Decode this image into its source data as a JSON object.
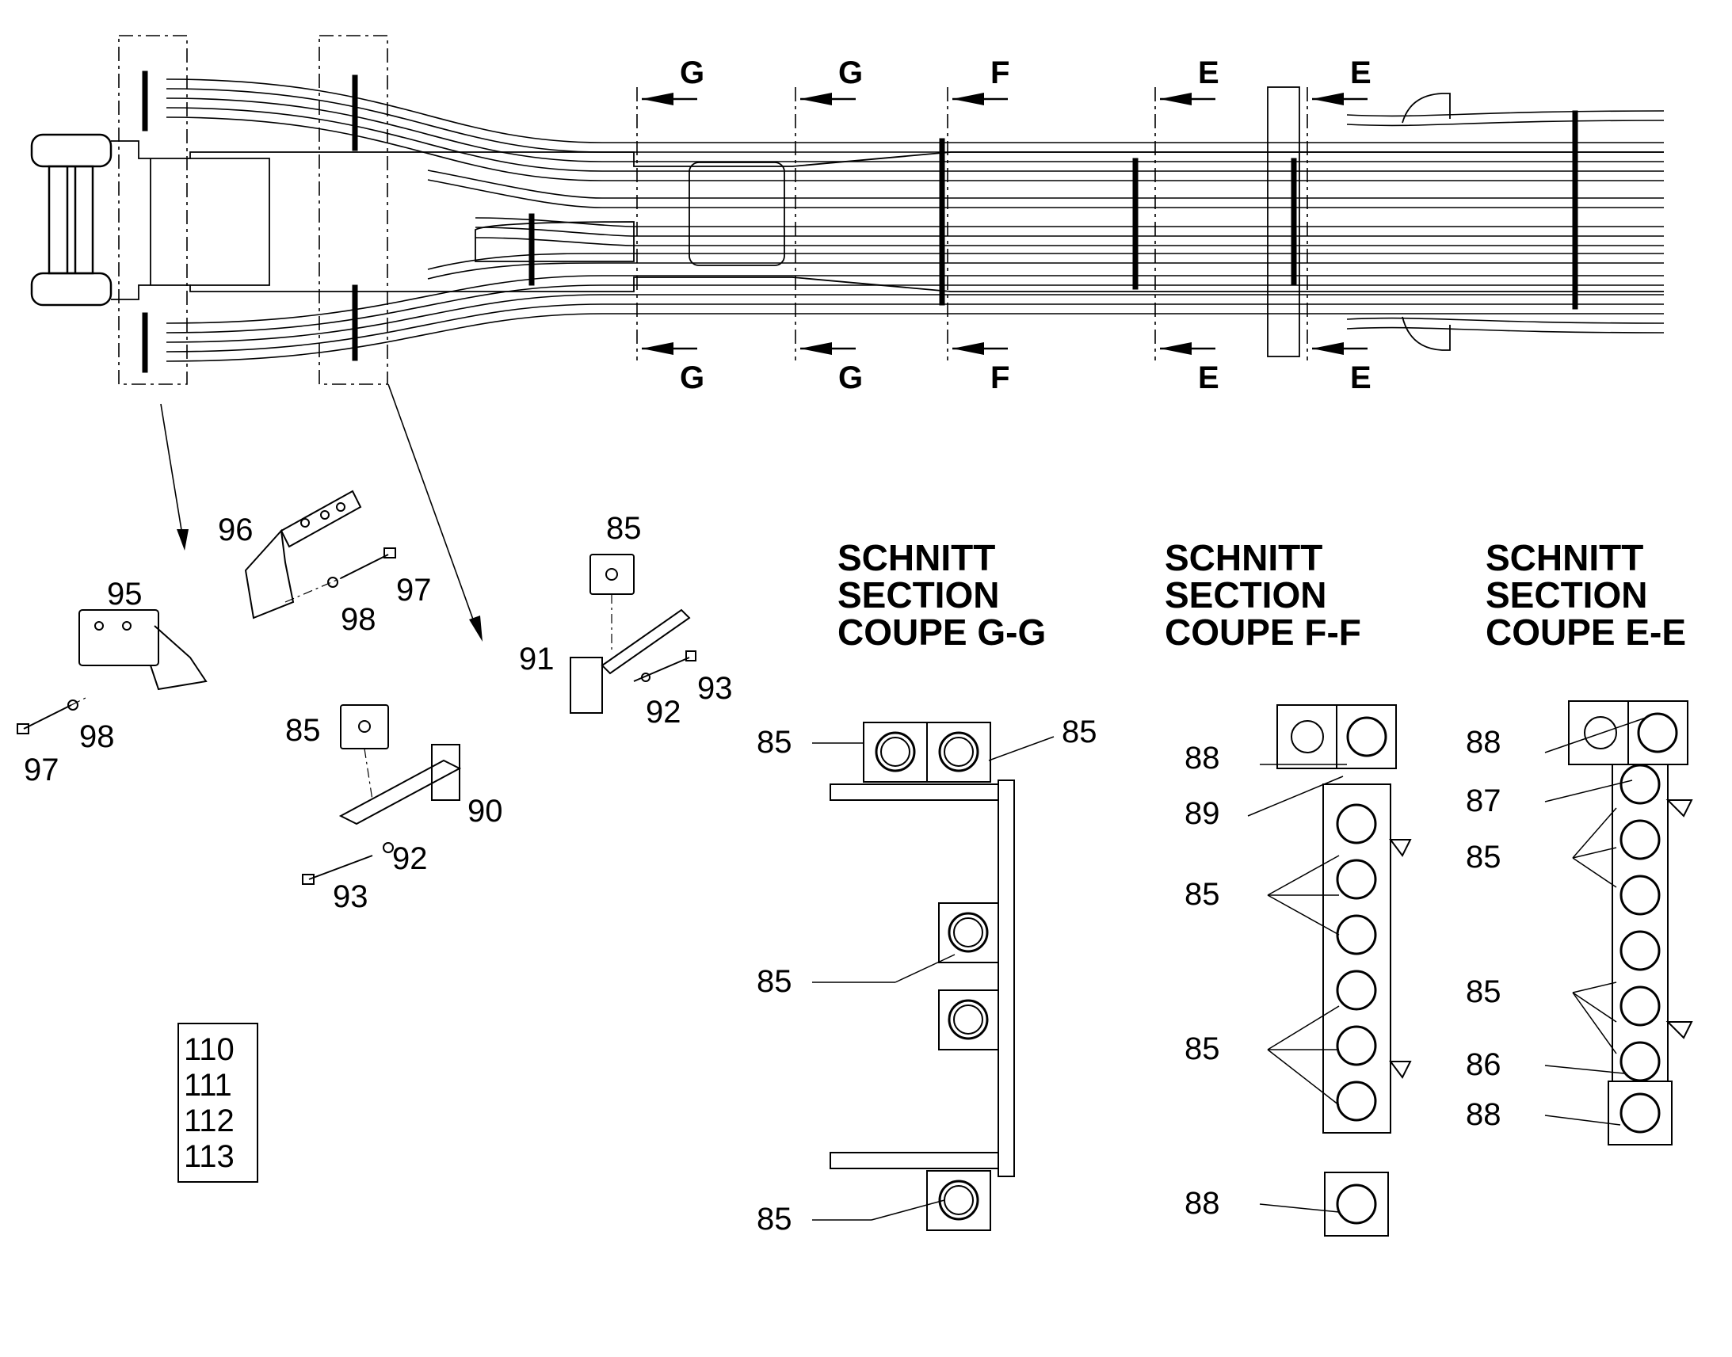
{
  "section_markers": {
    "g": "G",
    "f": "F",
    "e": "E"
  },
  "sections": {
    "gg": {
      "l1": "SCHNITT",
      "l2": "SECTION",
      "l3": "COUPE   G-G"
    },
    "ff": {
      "l1": "SCHNITT",
      "l2": "SECTION",
      "l3": "COUPE   F-F"
    },
    "ee": {
      "l1": "SCHNITT",
      "l2": "SECTION",
      "l3": "COUPE   E-E"
    }
  },
  "callouts": {
    "c85": "85",
    "c86": "86",
    "c87": "87",
    "c88": "88",
    "c89": "89",
    "c90": "90",
    "c91": "91",
    "c92": "92",
    "c93": "93",
    "c95": "95",
    "c96": "96",
    "c97": "97",
    "c98": "98"
  },
  "reference_box": [
    "110",
    "111",
    "112",
    "113"
  ]
}
